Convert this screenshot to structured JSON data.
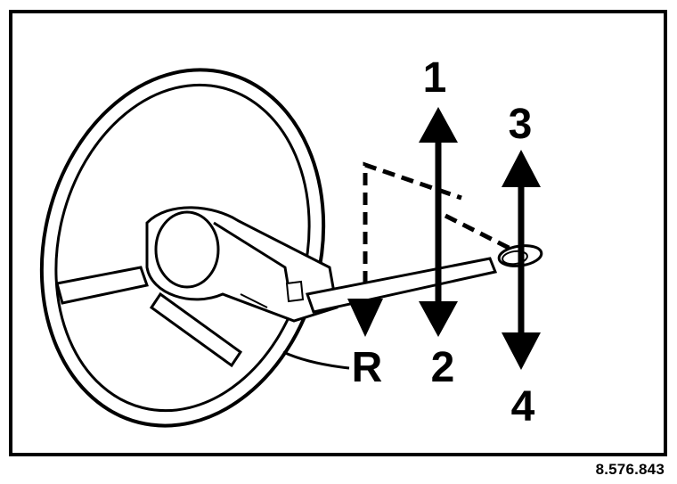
{
  "diagram": {
    "labels": {
      "pos1": "1",
      "pos2": "2",
      "pos3": "3",
      "pos4": "4",
      "reverse": "R"
    },
    "reference_code": "8.576.843"
  },
  "colors": {
    "ink": "#000000",
    "paper": "#ffffff"
  }
}
